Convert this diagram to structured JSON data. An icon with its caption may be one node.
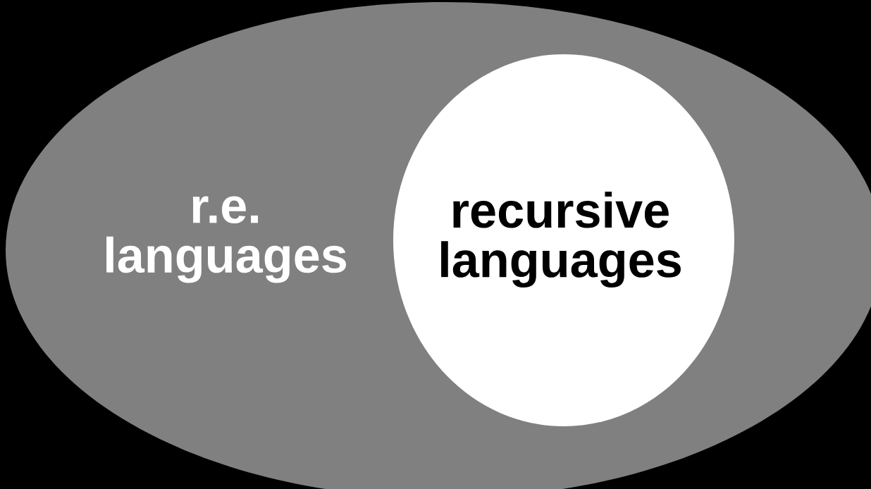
{
  "diagram": {
    "nodes": [
      {
        "text": [
          "r.e. languages"
        ]
      },
      {
        "text": [
          "recursive languages"
        ],
        "in": 0
      }
    ]
  }
}
